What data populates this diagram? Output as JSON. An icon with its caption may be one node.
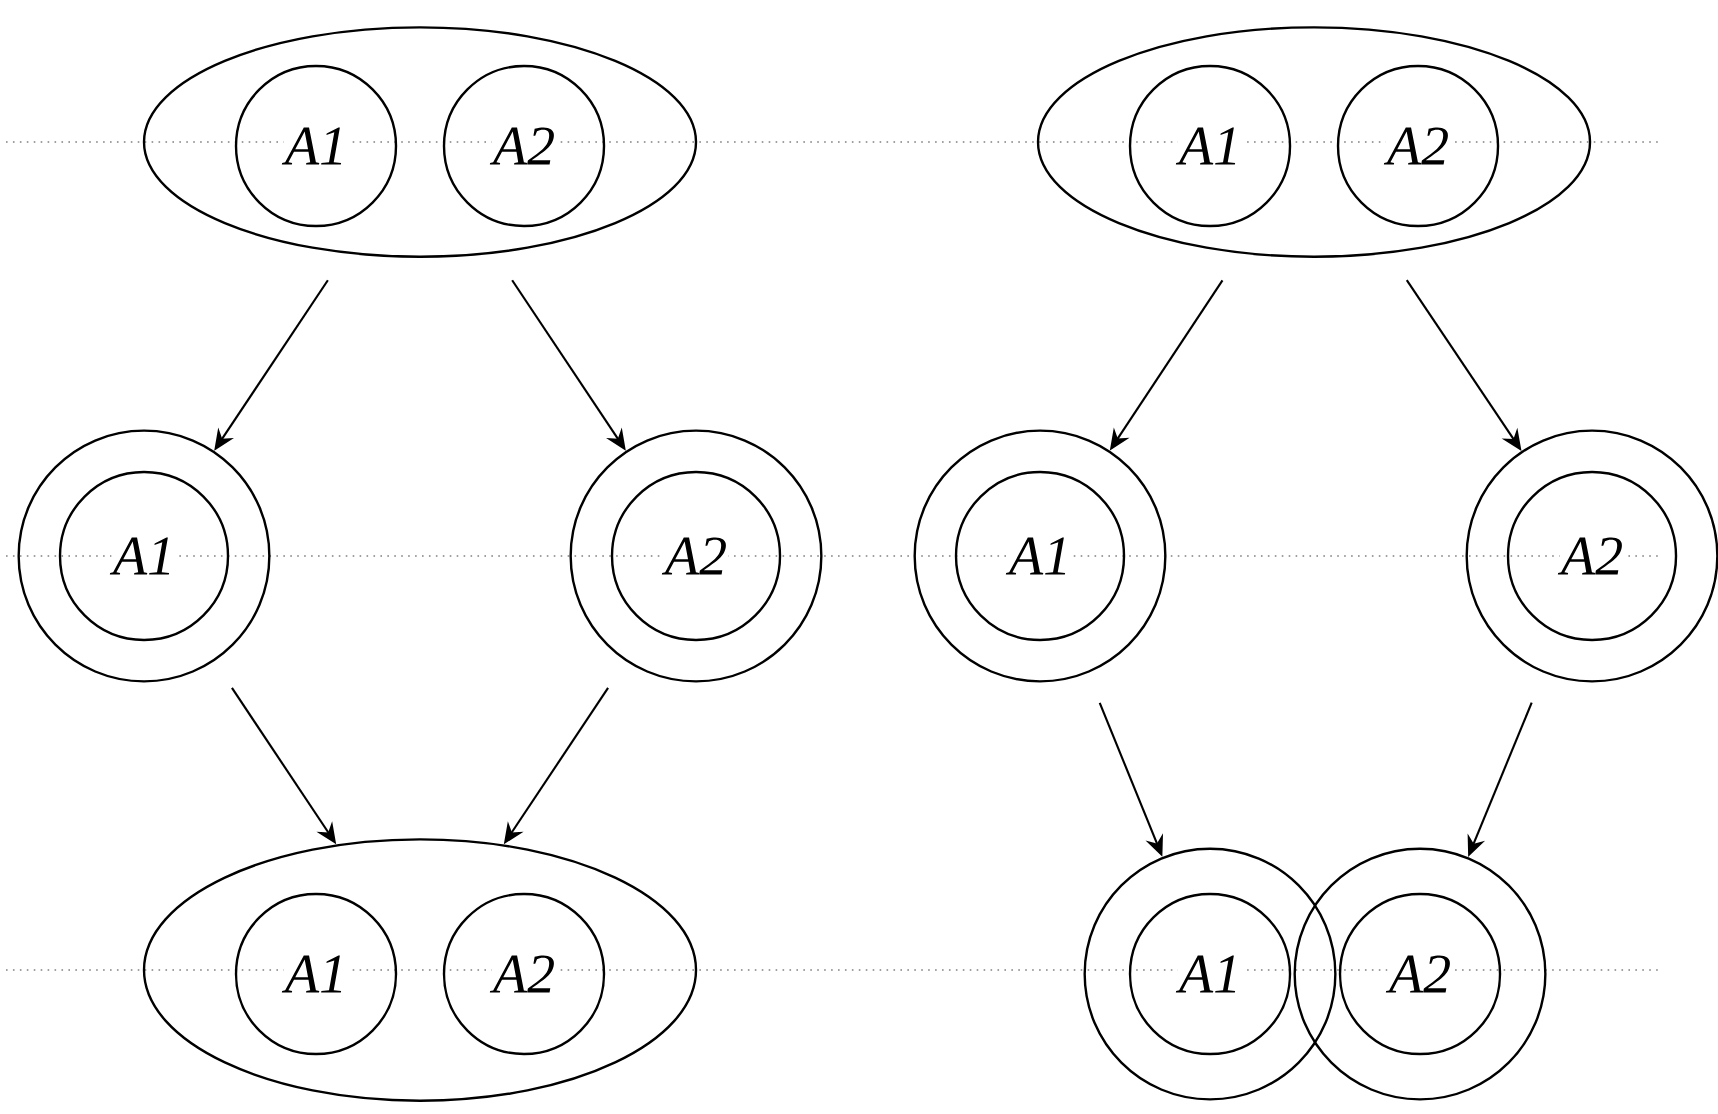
{
  "diagram": {
    "nodes": [
      {
        "text": [],
        "shape": "ellipse"
      },
      {
        "text": [
          "A1"
        ],
        "in": 0
      },
      {
        "text": [
          "A2"
        ],
        "in": 0
      },
      {
        "text": [],
        "shape": "circle"
      },
      {
        "text": [
          "A1"
        ],
        "in": 3
      },
      {
        "text": [],
        "shape": "circle"
      },
      {
        "text": [
          "A2"
        ],
        "in": 5
      },
      {
        "text": [],
        "shape": "ellipse"
      },
      {
        "text": [
          "A1"
        ],
        "in": 7
      },
      {
        "text": [
          "A2"
        ],
        "in": 7
      },
      {
        "text": [],
        "shape": "ellipse"
      },
      {
        "text": [
          "A1"
        ],
        "in": 10
      },
      {
        "text": [
          "A2"
        ],
        "in": 10
      },
      {
        "text": [],
        "shape": "circle"
      },
      {
        "text": [
          "A1"
        ],
        "in": 13
      },
      {
        "text": [],
        "shape": "circle"
      },
      {
        "text": [
          "A2"
        ],
        "in": 15
      },
      {
        "text": [],
        "shape": "circle"
      },
      {
        "text": [],
        "shape": "circle"
      },
      {
        "text": [
          "A1"
        ],
        "in": 17
      },
      {
        "text": [
          "A2"
        ],
        "in": 18
      }
    ],
    "edges": [
      {
        "from": 0,
        "to": 3,
        "arrow": "to"
      },
      {
        "from": 0,
        "to": 5,
        "arrow": "to"
      },
      {
        "from": 3,
        "to": 7,
        "arrow": "to"
      },
      {
        "from": 5,
        "to": 7,
        "arrow": "to"
      },
      {
        "from": 10,
        "to": 13,
        "arrow": "to"
      },
      {
        "from": 10,
        "to": 15,
        "arrow": "to"
      },
      {
        "from": 13,
        "to": 17,
        "arrow": "to"
      },
      {
        "from": 15,
        "to": 18,
        "arrow": "to"
      }
    ]
  }
}
